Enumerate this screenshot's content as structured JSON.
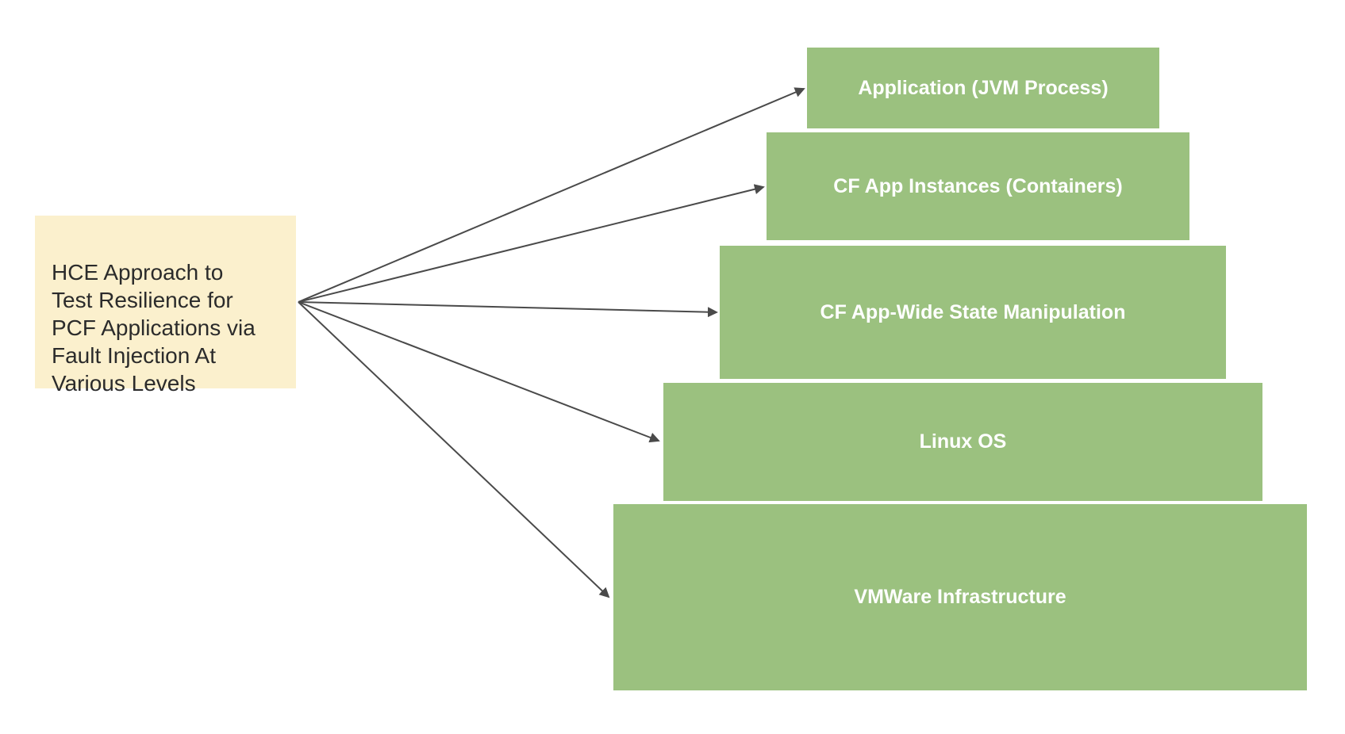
{
  "diagram": {
    "source_note": {
      "text": "HCE Approach to\nTest Resilience for\nPCF Applications via\nFault Injection At\nVarious Levels"
    },
    "levels": [
      {
        "label": "Application (JVM Process)"
      },
      {
        "label": "CF App Instances (Containers)"
      },
      {
        "label": "CF App-Wide State Manipulation"
      },
      {
        "label": "Linux OS"
      },
      {
        "label": "VMWare Infrastructure"
      }
    ],
    "colors": {
      "background": "#ffffff",
      "level_fill": "#9bc17f",
      "level_text": "#ffffff",
      "note_fill": "#fbf0cd",
      "note_text": "#2b2b2b",
      "arrow": "#4a4a4a"
    }
  }
}
